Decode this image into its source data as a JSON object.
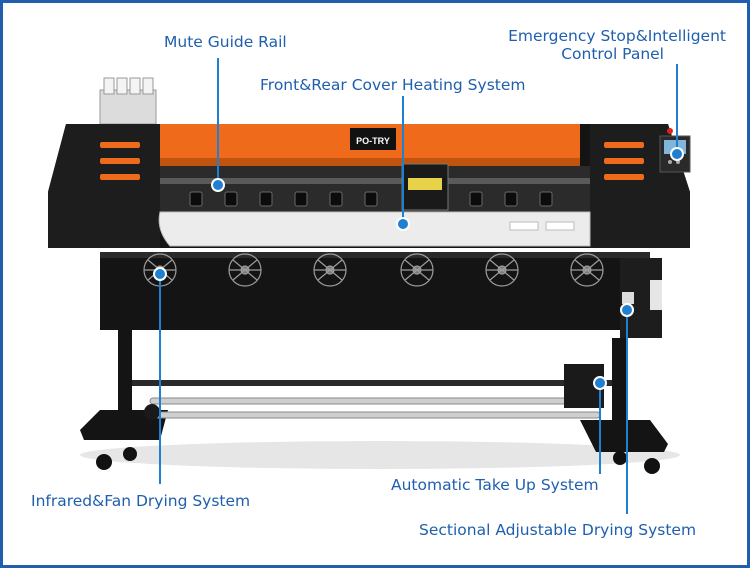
{
  "logo_text": "PO-TRY",
  "colors": {
    "border": "#1f5fae",
    "label": "#1f5fae",
    "callout": "#1f7fd0",
    "printer_body": "#111111",
    "top_cover": "#f06a1c",
    "accent_stripe": "#f06a1c"
  },
  "labels": {
    "mute_guide_rail": "Mute Guide Rail",
    "front_rear_cover": "Front&Rear Cover Heating System",
    "emergency_stop_line1": "Emergency Stop&Intelligent",
    "emergency_stop_line2": "Control Panel",
    "infrared_fan": "Infrared&Fan Drying System",
    "automatic_take_up": "Automatic Take Up System",
    "sectional_drying": "Sectional Adjustable Drying System"
  }
}
